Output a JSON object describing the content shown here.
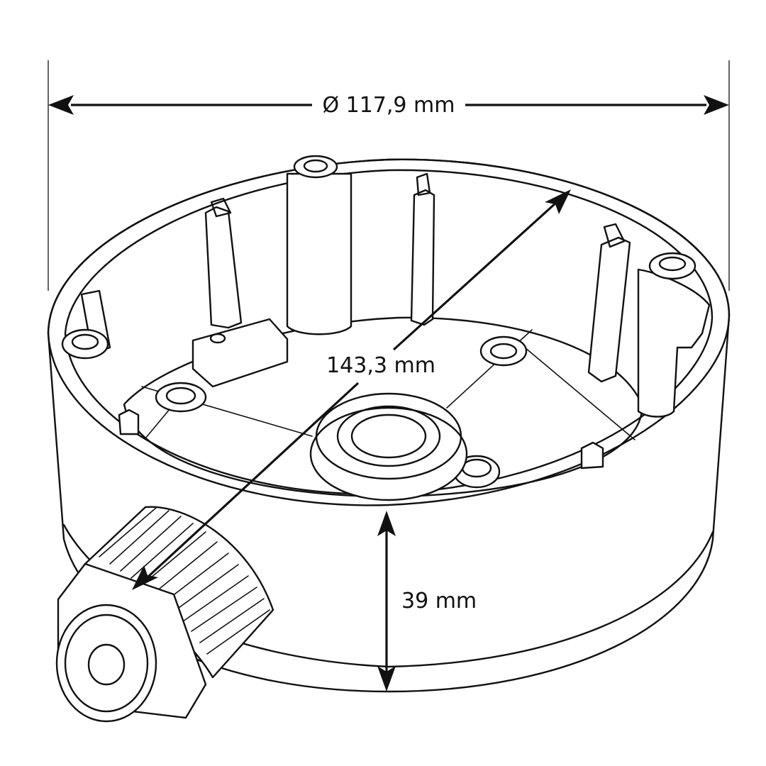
{
  "dimensions": {
    "diameter_label": "Ø 117,9 mm",
    "diagonal_label": "143,3 mm",
    "height_label": "39 mm"
  },
  "colors": {
    "line": "#111111",
    "background": "#ffffff"
  }
}
